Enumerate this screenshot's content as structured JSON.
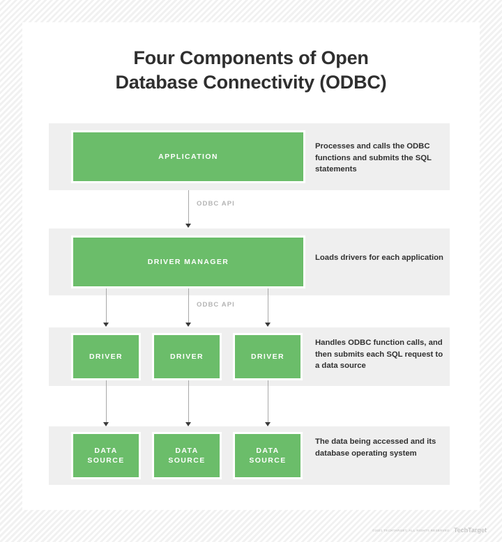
{
  "title": {
    "line1": "Four Components of Open",
    "line2": "Database Connectivity (ODBC)"
  },
  "colors": {
    "box_green": "#6bbd6a",
    "band_gray": "#efefef",
    "card_white": "#ffffff",
    "title_text": "#2f2f2f",
    "desc_text": "#313131",
    "api_label": "#b4b4b4",
    "connector": "#a8a8a8",
    "arrowhead": "#3a3a3a"
  },
  "diagram": {
    "rows": [
      {
        "id": "application",
        "boxes": [
          {
            "label": "APPLICATION"
          }
        ],
        "description": "Processes and calls the ODBC functions and submits the SQL statements"
      },
      {
        "id": "driver-manager",
        "boxes": [
          {
            "label": "DRIVER MANAGER"
          }
        ],
        "description": "Loads drivers for each application"
      },
      {
        "id": "driver",
        "boxes": [
          {
            "label": "DRIVER"
          },
          {
            "label": "DRIVER"
          },
          {
            "label": "DRIVER"
          }
        ],
        "description": "Handles ODBC function calls, and then submits each SQL request to a data source"
      },
      {
        "id": "data-source",
        "boxes": [
          {
            "line1": "DATA",
            "line2": "SOURCE"
          },
          {
            "line1": "DATA",
            "line2": "SOURCE"
          },
          {
            "line1": "DATA",
            "line2": "SOURCE"
          }
        ],
        "description": "The data being accessed and its database operating system"
      }
    ],
    "connector_labels": {
      "app_to_manager": "ODBC API",
      "manager_to_driver": "ODBC API"
    }
  },
  "footer": {
    "copyright": "©2021 TECHTARGET, ALL RIGHTS RESERVED",
    "logo": "TechTarget"
  }
}
